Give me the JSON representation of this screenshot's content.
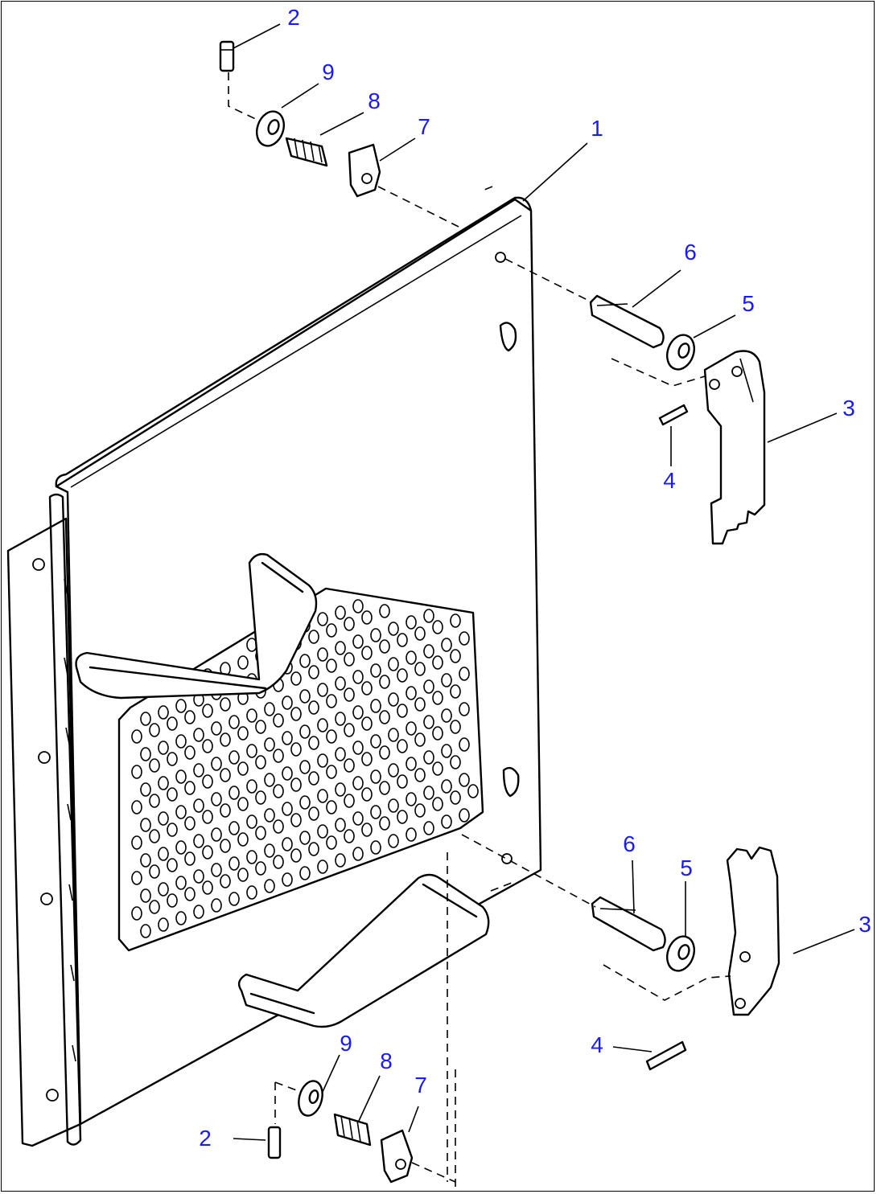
{
  "callouts": [
    {
      "id": "c2-top",
      "label": "2"
    },
    {
      "id": "c9-top",
      "label": "9"
    },
    {
      "id": "c8-top",
      "label": "8"
    },
    {
      "id": "c7-top",
      "label": "7"
    },
    {
      "id": "c1",
      "label": "1"
    },
    {
      "id": "c6-top",
      "label": "6"
    },
    {
      "id": "c5-top",
      "label": "5"
    },
    {
      "id": "c3-top",
      "label": "3"
    },
    {
      "id": "c4-top",
      "label": "4"
    },
    {
      "id": "c6-bot",
      "label": "6"
    },
    {
      "id": "c5-bot",
      "label": "5"
    },
    {
      "id": "c3-bot",
      "label": "3"
    },
    {
      "id": "c4-bot",
      "label": "4"
    },
    {
      "id": "c9-bot",
      "label": "9"
    },
    {
      "id": "c8-bot",
      "label": "8"
    },
    {
      "id": "c7-bot",
      "label": "7"
    },
    {
      "id": "c2-bot",
      "label": "2"
    }
  ],
  "colors": {
    "callout": "#1a1aff",
    "line": "#000000",
    "background": "#ffffff"
  }
}
